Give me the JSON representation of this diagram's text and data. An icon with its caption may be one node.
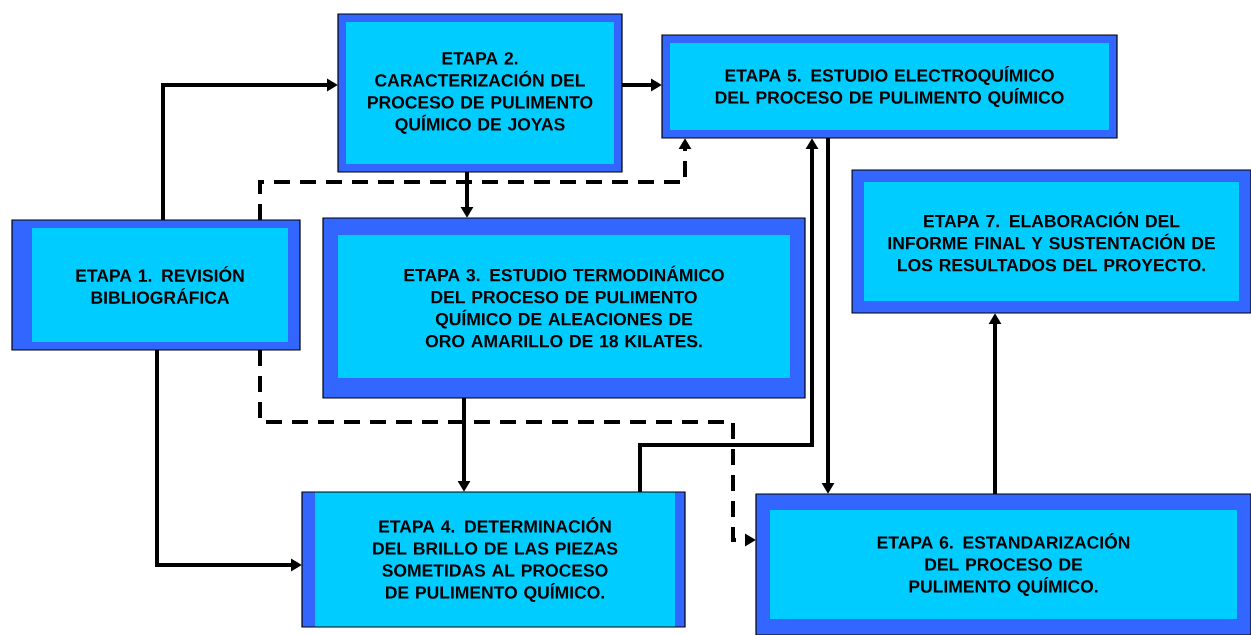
{
  "diagram": {
    "nodes": [
      {
        "text": [
          "ETAPA 1. REVISIÓN BIBLIOGRÁFICA"
        ]
      },
      {
        "text": [
          "ETAPA 2. CARACTERIZACIÓN DEL PROCESO DE PULIMENTO QUÍMICO DE JOYAS"
        ]
      },
      {
        "text": [
          "ETAPA 3. ESTUDIO TERMODINÁMICO DEL PROCESO DE PULIMENTO QUÍMICO DE ALEACIONES DE ORO AMARILLO DE 18 KILATES."
        ]
      },
      {
        "text": [
          "ETAPA 4. DETERMINACIÓN DEL BRILLO DE LAS PIEZAS SOMETIDAS AL PROCESO DE PULIMENTO QUÍMICO."
        ]
      },
      {
        "text": [
          "ETAPA 5. ESTUDIO ELECTROQUÍMICO DEL PROCESO DE PULIMENTO QUÍMICO"
        ]
      },
      {
        "text": [
          "ETAPA 6. ESTANDARIZACIÓN DEL PROCESO DE PULIMENTO QUÍMICO."
        ]
      },
      {
        "text": [
          "ETAPA 7. ELABORACIÓN DEL INFORME FINAL Y SUSTENTACIÓN DE LOS RESULTADOS DEL PROYECTO."
        ]
      }
    ],
    "edges": [
      {
        "from": 0,
        "to": 1,
        "arrow": "to"
      },
      {
        "from": 1,
        "to": 4,
        "arrow": "to"
      },
      {
        "from": 0,
        "to": 4,
        "arrow": "to",
        "style": "dashed"
      },
      {
        "from": 1,
        "to": 2,
        "arrow": "to"
      },
      {
        "from": 0,
        "to": 3,
        "arrow": "to"
      },
      {
        "from": 0,
        "to": 5,
        "arrow": "to",
        "style": "dashed"
      },
      {
        "from": 2,
        "to": 3,
        "arrow": "to"
      },
      {
        "from": 3,
        "to": 4,
        "arrow": "to"
      },
      {
        "from": 4,
        "to": 5,
        "arrow": "to"
      },
      {
        "from": 5,
        "to": 6,
        "arrow": "to"
      }
    ]
  }
}
